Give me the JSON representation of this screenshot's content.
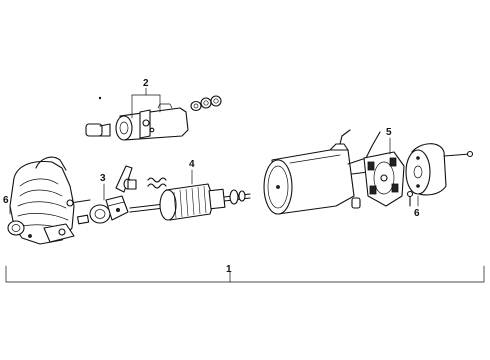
{
  "diagram": {
    "callouts": [
      {
        "id": "1",
        "label": "1"
      },
      {
        "id": "2",
        "label": "2"
      },
      {
        "id": "3",
        "label": "3"
      },
      {
        "id": "4",
        "label": "4"
      },
      {
        "id": "5",
        "label": "5"
      },
      {
        "id": "6a",
        "label": "6"
      },
      {
        "id": "6b",
        "label": "6"
      }
    ],
    "parts": [
      {
        "name": "drive-end-housing"
      },
      {
        "name": "solenoid-assembly"
      },
      {
        "name": "shift-lever"
      },
      {
        "name": "armature"
      },
      {
        "name": "field-frame"
      },
      {
        "name": "brush-holder"
      },
      {
        "name": "end-cap"
      },
      {
        "name": "through-bolt"
      }
    ]
  }
}
